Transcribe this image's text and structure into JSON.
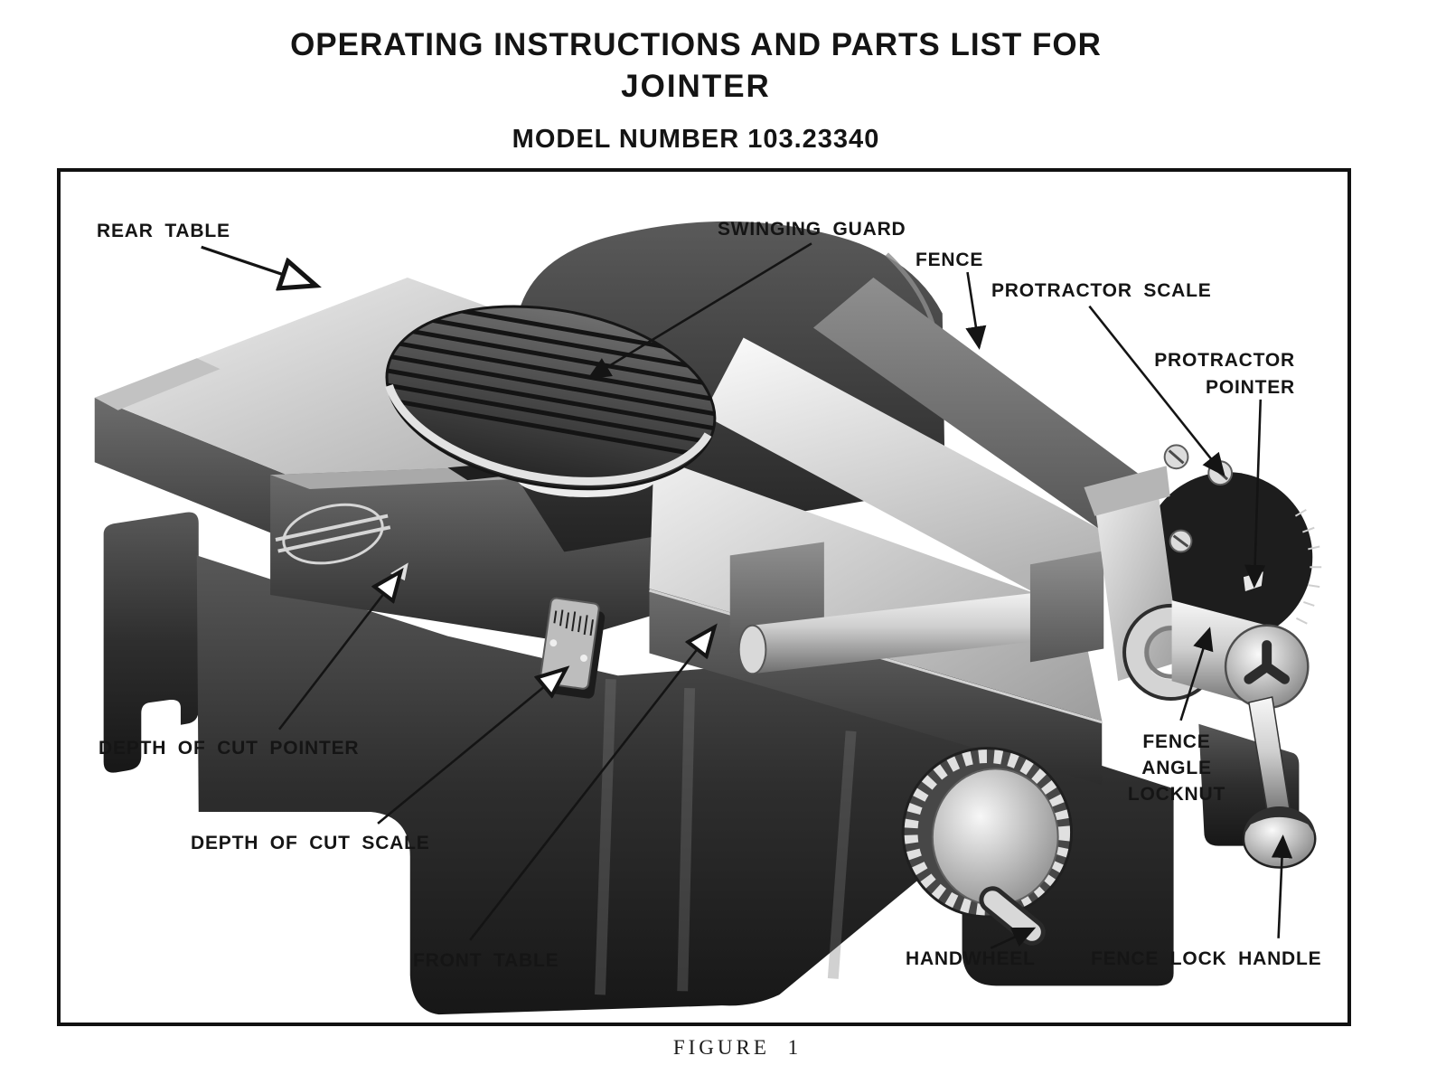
{
  "page": {
    "title_line1": "OPERATING INSTRUCTIONS AND PARTS LIST FOR",
    "title_line2": "JOINTER",
    "model_line": "MODEL NUMBER 103.23340",
    "figure_caption": "FIGURE 1"
  },
  "figure": {
    "labels": {
      "rear_table": "REAR TABLE",
      "swinging_guard": "SWINGING GUARD",
      "fence": "FENCE",
      "protractor_scale": "PROTRACTOR SCALE",
      "protractor_pointer_line1": "PROTRACTOR",
      "protractor_pointer_line2": "POINTER",
      "depth_of_cut_pointer": "DEPTH OF CUT POINTER",
      "depth_of_cut_scale": "DEPTH OF CUT SCALE",
      "front_table": "FRONT TABLE",
      "handwheel": "HANDWHEEL",
      "fence_angle_locknut_line1": "FENCE",
      "fence_angle_locknut_line2": "ANGLE",
      "fence_angle_locknut_line3": "LOCKNUT",
      "fence_lock_handle": "FENCE LOCK HANDLE"
    },
    "colors": {
      "ink": "#141414",
      "paper": "#ffffff",
      "machine_dark": "#1e1e1e",
      "machine_light": "#e8e8e8"
    }
  }
}
